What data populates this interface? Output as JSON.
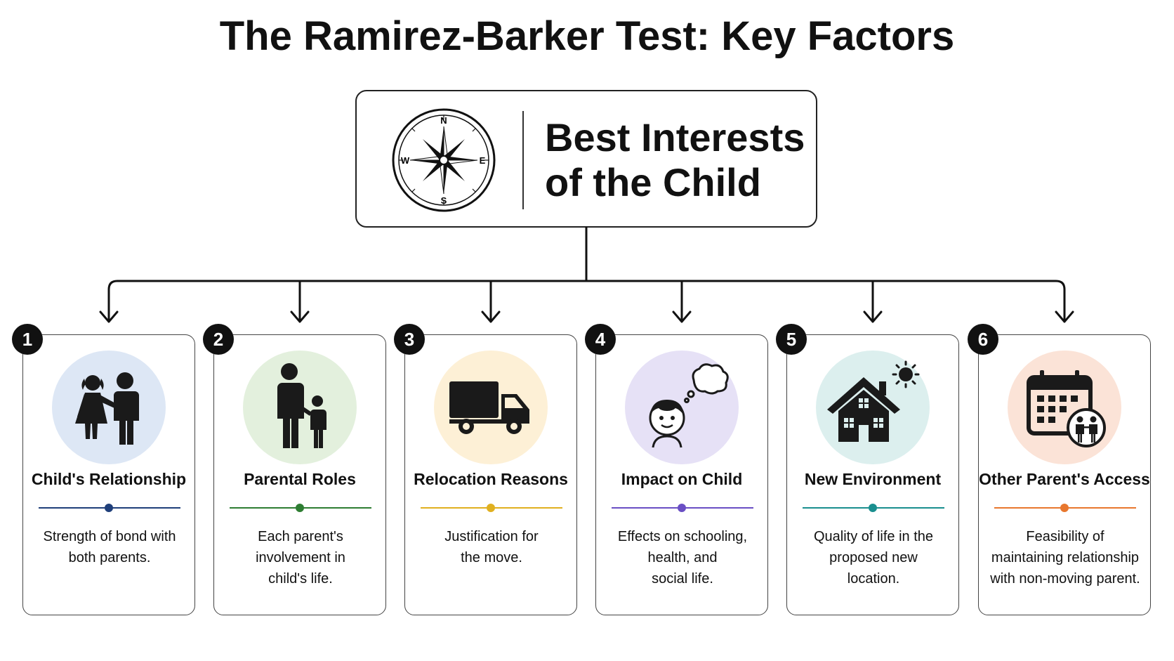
{
  "title": "The Ramirez-Barker Test: Key Factors",
  "root": {
    "label_line1": "Best Interests",
    "label_line2": "of the Child",
    "icon": "compass-icon",
    "compass_letters": {
      "n": "N",
      "e": "E",
      "s": "S",
      "w": "W"
    }
  },
  "factors": [
    {
      "number": "1",
      "title": "Child's Relationship",
      "description": [
        "Strength of bond with",
        "both parents."
      ],
      "icon": "parent-child-holding-hands-icon",
      "accent": "#1f3f7a",
      "tint": "#dde7f5"
    },
    {
      "number": "2",
      "title": "Parental Roles",
      "description": [
        "Each parent's",
        "involvement in",
        "child's life."
      ],
      "icon": "adult-and-child-icon",
      "accent": "#2e7d32",
      "tint": "#e3f0dd"
    },
    {
      "number": "3",
      "title": "Relocation Reasons",
      "description": [
        "Justification for",
        "the move."
      ],
      "icon": "moving-truck-icon",
      "accent": "#e0b020",
      "tint": "#fdf0d6"
    },
    {
      "number": "4",
      "title": "Impact on Child",
      "description": [
        "Effects on schooling,",
        "health, and",
        "social life."
      ],
      "icon": "thinking-child-icon",
      "accent": "#6a4fc4",
      "tint": "#e6e1f6"
    },
    {
      "number": "5",
      "title": "New Environment",
      "description": [
        "Quality of life in the",
        "proposed new",
        "location."
      ],
      "icon": "house-and-sun-icon",
      "accent": "#1a8f8f",
      "tint": "#dcefee"
    },
    {
      "number": "6",
      "title": "Other Parent's Access",
      "description": [
        "Feasibility of",
        "maintaining relationship",
        "with non-moving parent."
      ],
      "icon": "calendar-with-family-icon",
      "accent": "#e8772e",
      "tint": "#fbe3d7"
    }
  ]
}
